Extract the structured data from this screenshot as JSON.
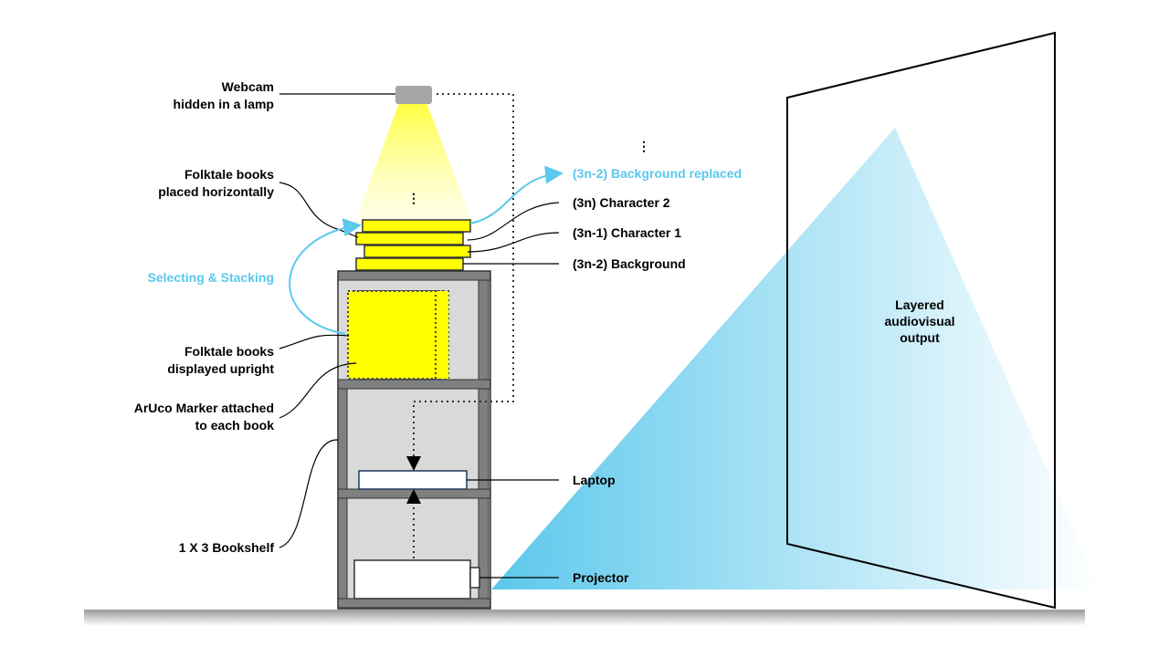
{
  "labels": {
    "webcam_line1": "Webcam",
    "webcam_line2": "hidden in a lamp",
    "books_horizontal_line1": "Folktale books",
    "books_horizontal_line2": "placed horizontally",
    "selecting_stacking": "Selecting & Stacking",
    "books_upright_line1": "Folktale books",
    "books_upright_line2": "displayed upright",
    "aruco_line1": "ArUco Marker attached",
    "aruco_line2": "to each book",
    "bookshelf": "1 X 3 Bookshelf",
    "background_replaced": "(3n-2) Background replaced",
    "character2": "(3n) Character 2",
    "character1": "(3n-1) Character 1",
    "background": "(3n-2) Background",
    "laptop": "Laptop",
    "projector": "Projector",
    "output_line1": "Layered",
    "output_line2": "audiovisual",
    "output_line3": "output"
  },
  "colors": {
    "book_yellow": "#ffff00",
    "accent_blue": "#5bc8ec",
    "shelf_gray": "#d9d9d9",
    "frame_gray": "#808080",
    "floor_gray": "#a0a0a0",
    "webcam_gray": "#a6a6a6"
  },
  "icons": {
    "ellipsis_vertical": "⋮"
  }
}
